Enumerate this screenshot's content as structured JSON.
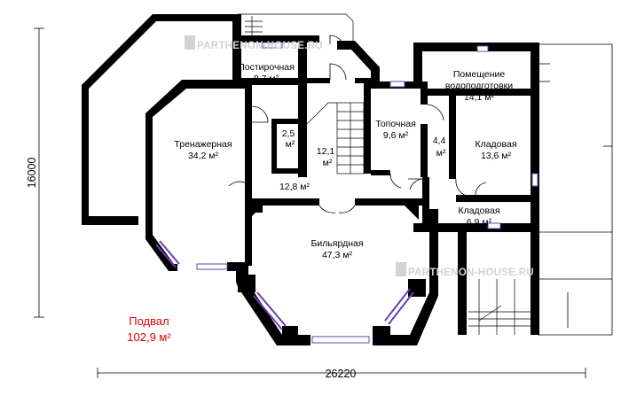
{
  "floor": {
    "name": "Подвал",
    "area": "102,9 м²"
  },
  "dimensions": {
    "width": "26220",
    "height": "16000"
  },
  "watermark": {
    "text": "PARTHENON-HOUSE.RU"
  },
  "rooms": [
    {
      "id": "laundry",
      "name": "Постирочная",
      "area": "8,7 м²"
    },
    {
      "id": "water",
      "name_line1": "Помещение",
      "name_line2": "водоподготовки",
      "area": "14,1 м²"
    },
    {
      "id": "gym",
      "name": "Тренажерная",
      "area": "34,2 м²"
    },
    {
      "id": "small-room",
      "name": "2,5",
      "area": "м²"
    },
    {
      "id": "stair-hall",
      "name": "12,1",
      "area": "м²"
    },
    {
      "id": "boiler",
      "name": "Топочная",
      "area": "9,6 м²"
    },
    {
      "id": "corridor-small",
      "name": "4,4",
      "area": "м²"
    },
    {
      "id": "storage1",
      "name": "Кладовая",
      "area": "13,6 м²"
    },
    {
      "id": "hall",
      "area": "12,8 м²"
    },
    {
      "id": "storage2",
      "name": "Кладовая",
      "area": "6,9 м²"
    },
    {
      "id": "billiard",
      "name": "Бильярдная",
      "area": "47,3 м²"
    }
  ],
  "colors": {
    "wall": "#000000",
    "window": "#6a3fb0",
    "label_red": "#e00000"
  }
}
